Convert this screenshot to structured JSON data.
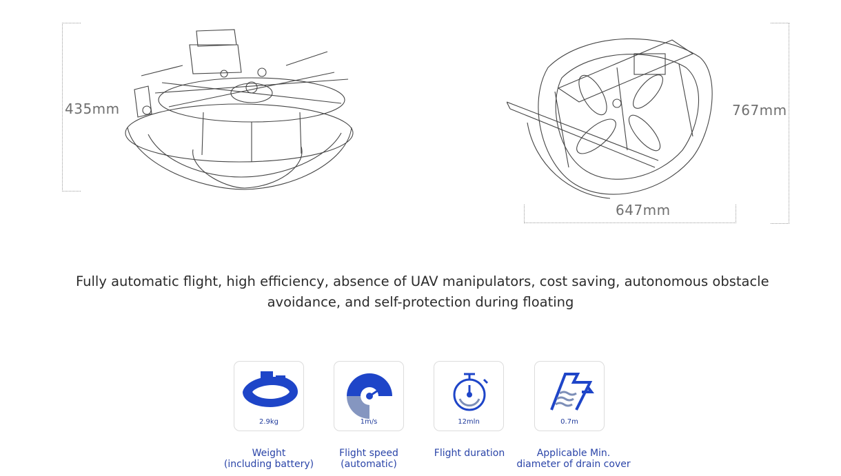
{
  "dimensions": {
    "height_left": "435mm",
    "length_right": "767mm",
    "width_bottom": "647mm"
  },
  "tagline": {
    "line1": "Fully automatic flight, high efficiency, absence of UAV manipulators, cost saving, autonomous obstacle",
    "line2": "avoidance, and self-protection during floating"
  },
  "specs": [
    {
      "icon": "drone-icon",
      "value": "2.9kg",
      "caption_line1": "Weight",
      "caption_line2": "(including battery)"
    },
    {
      "icon": "speedometer-icon",
      "value": "1m/s",
      "caption_line1": "Flight speed",
      "caption_line2": "(automatic)"
    },
    {
      "icon": "stopwatch-icon",
      "value": "12mln",
      "caption_line1": "Flight duration",
      "caption_line2": ""
    },
    {
      "icon": "drain-cover-icon",
      "value": "0.7m",
      "caption_line1": "Applicable Min.",
      "caption_line2": "diameter of drain cover"
    }
  ],
  "colors": {
    "accent": "#2a44a8",
    "icon_blue": "#1e45c8",
    "icon_grey": "#7d8fb8"
  }
}
